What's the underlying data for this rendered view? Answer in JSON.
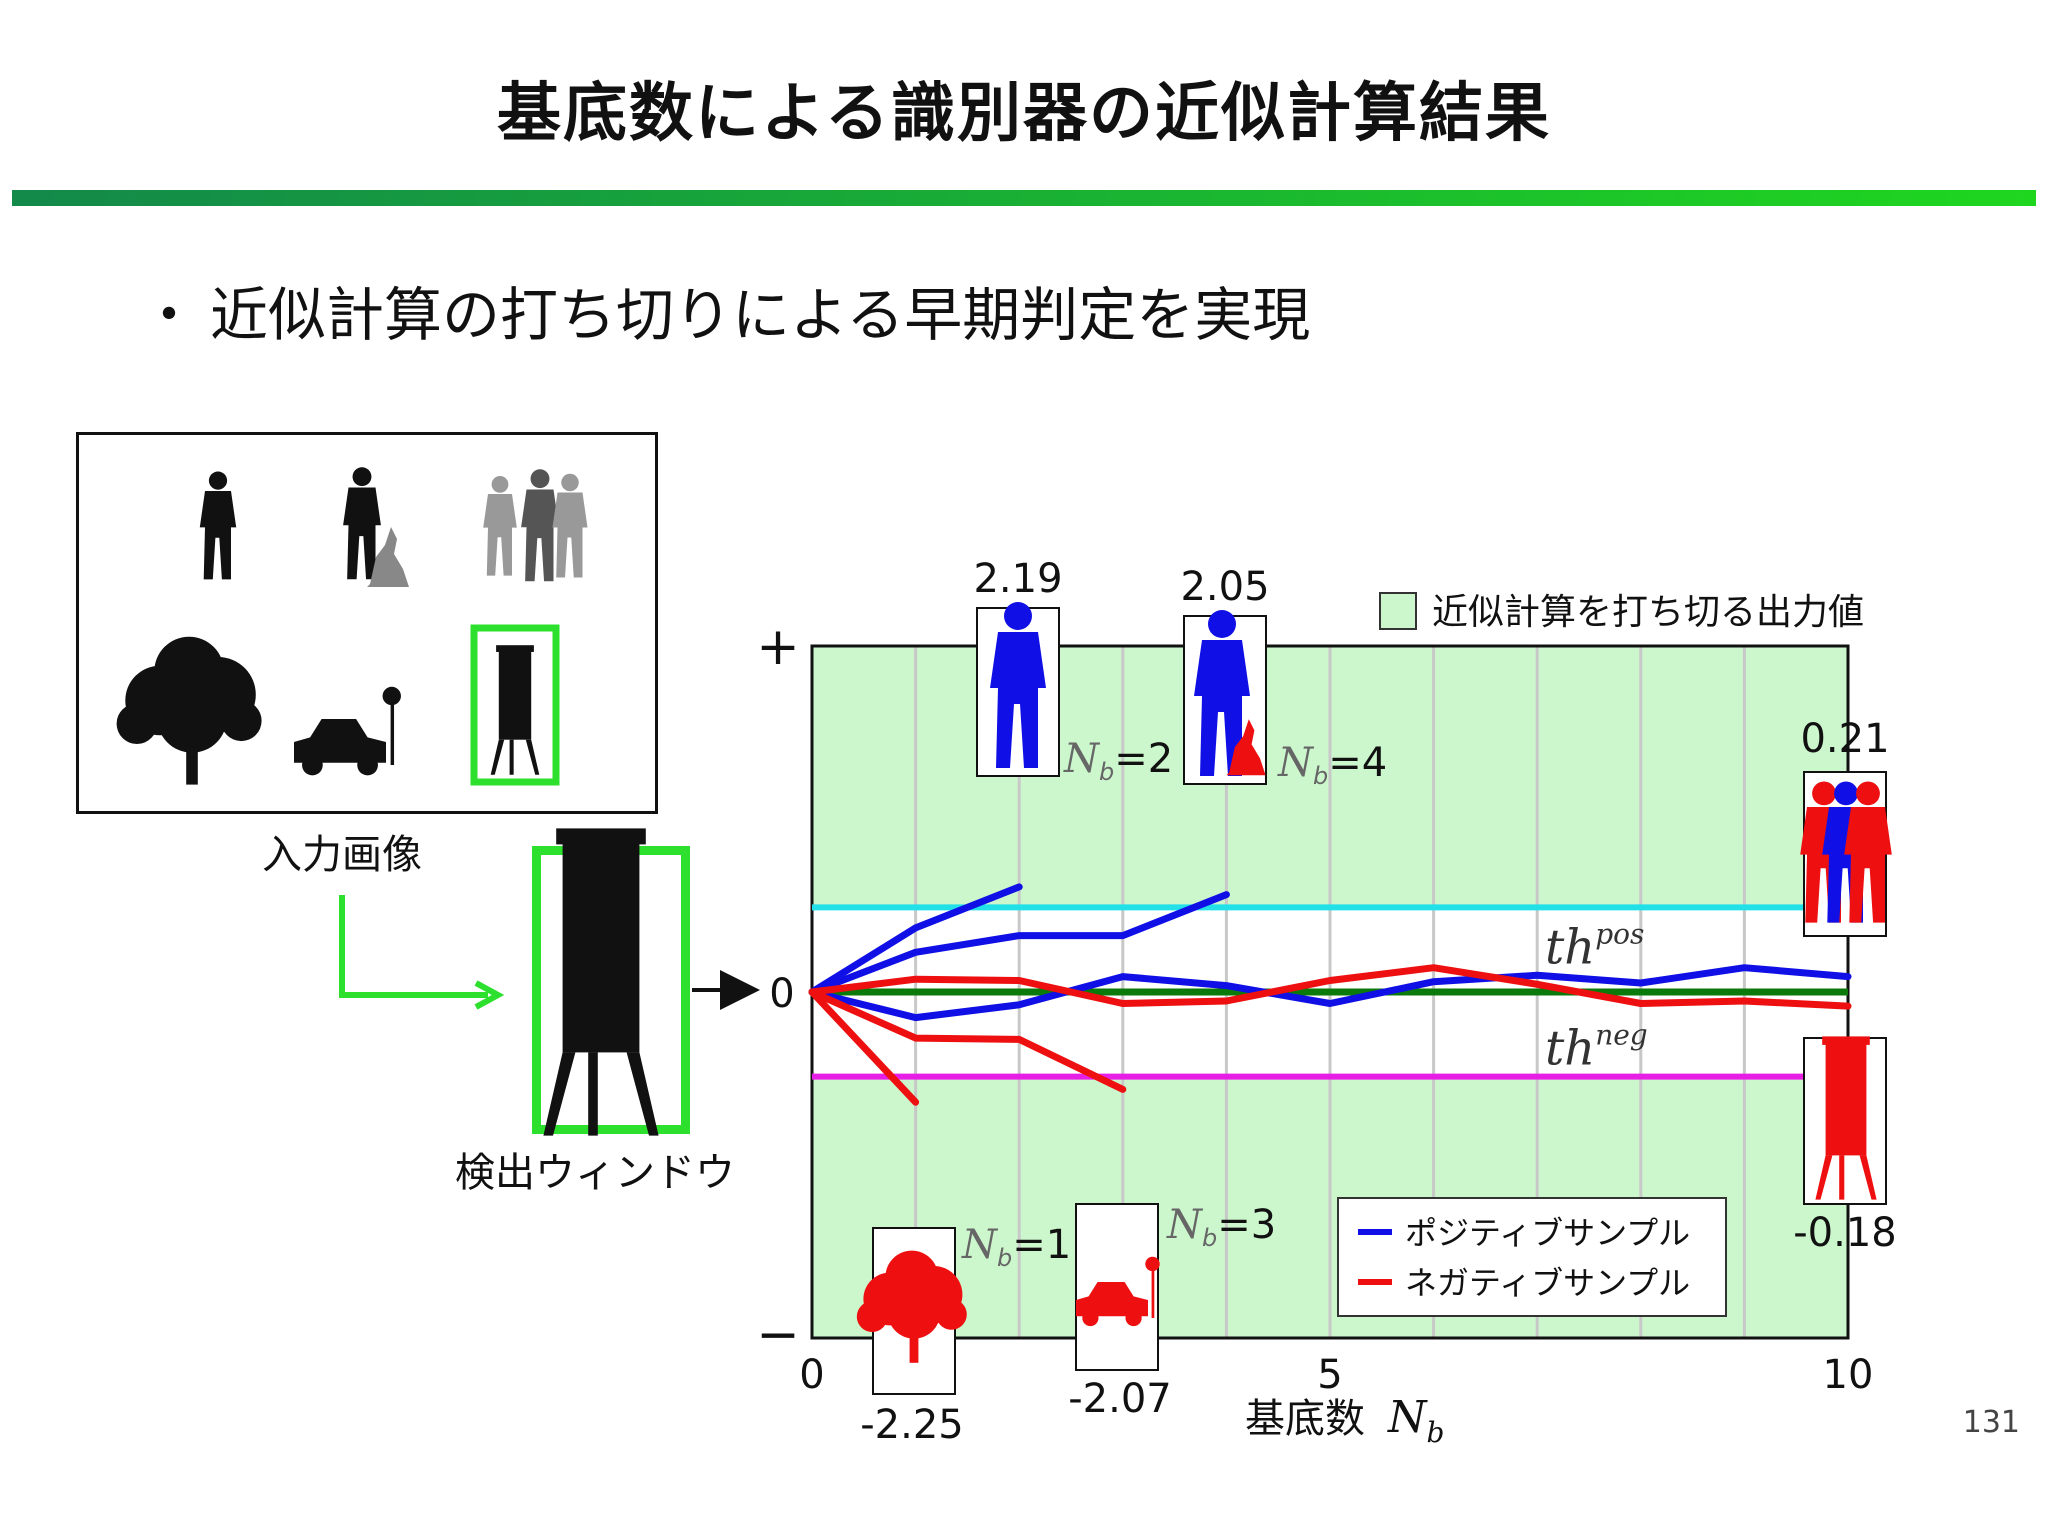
{
  "slide": {
    "title": "基底数による識別器の近似計算結果",
    "bullet": "近似計算の打ち切りによる早期判定を実現",
    "bullet_marker": "・",
    "page_number": "131"
  },
  "left_panel": {
    "input_label": "入力画像",
    "window_label": "検出ウィンドウ",
    "icons": [
      "person-icon",
      "person-with-dog-icon",
      "people-group-icon",
      "tree-icon",
      "car-with-sign-icon",
      "tower-icon"
    ],
    "highlight_color": "#2ee02e"
  },
  "chart_data": {
    "type": "line",
    "xlabel": "基底数",
    "xlabel_symbol": "N",
    "xlabel_subscript": "b",
    "x_ticks": [
      "0",
      "5",
      "10"
    ],
    "y_ticks": {
      "top": "+",
      "middle": "0",
      "bottom": "−"
    },
    "xlim": [
      0,
      10
    ],
    "ylim": [
      -2.7,
      2.7
    ],
    "thresholds": {
      "pos": {
        "value": 0.66,
        "label": "th",
        "sup": "pos",
        "color": "#22e0e8"
      },
      "neg": {
        "value": -0.66,
        "label": "th",
        "sup": "neg",
        "color": "#e61ee6"
      },
      "zero_color": "#0a7a0a"
    },
    "shaded_legend": "近似計算を打ち切る出力値",
    "shade_color": "#ccf7cc",
    "legend": [
      {
        "label": "ポジティブサンプル",
        "color": "#1010e6"
      },
      {
        "label": "ネガティブサンプル",
        "color": "#ee1010"
      }
    ],
    "series": [
      {
        "group": "positive",
        "color": "#1010e6",
        "x": [
          0,
          1,
          2
        ],
        "y": [
          0,
          0.5,
          0.82
        ]
      },
      {
        "group": "positive",
        "color": "#1010e6",
        "x": [
          0,
          1,
          2,
          3,
          4
        ],
        "y": [
          0,
          0.31,
          0.44,
          0.44,
          0.76
        ]
      },
      {
        "group": "positive",
        "color": "#1010e6",
        "x": [
          0,
          1,
          2,
          3,
          4,
          5,
          6,
          7,
          8,
          9,
          10
        ],
        "y": [
          0,
          -0.2,
          -0.1,
          0.12,
          0.05,
          -0.09,
          0.08,
          0.13,
          0.07,
          0.19,
          0.12
        ]
      },
      {
        "group": "negative",
        "color": "#ee1010",
        "x": [
          0,
          1
        ],
        "y": [
          0,
          -0.86
        ]
      },
      {
        "group": "negative",
        "color": "#ee1010",
        "x": [
          0,
          1,
          2,
          3
        ],
        "y": [
          0,
          -0.36,
          -0.37,
          -0.76
        ]
      },
      {
        "group": "negative",
        "color": "#ee1010",
        "x": [
          0,
          1,
          2,
          3,
          4,
          5,
          6,
          7,
          8,
          9,
          10
        ],
        "y": [
          0,
          0.1,
          0.09,
          -0.09,
          -0.07,
          0.09,
          0.19,
          0.06,
          -0.09,
          -0.07,
          -0.11
        ]
      }
    ],
    "annotations": [
      {
        "value": "2.19",
        "nb": "=2",
        "sample": "person-icon"
      },
      {
        "value": "2.05",
        "nb": "=4",
        "sample": "person-with-dog-icon"
      },
      {
        "value": "0.21",
        "nb": "",
        "sample": "people-group-icon"
      },
      {
        "value": "-2.25",
        "nb": "=1",
        "sample": "tree-icon"
      },
      {
        "value": "-2.07",
        "nb": "=3",
        "sample": "car-with-sign-icon"
      },
      {
        "value": "-0.18",
        "nb": "",
        "sample": "tower-icon"
      }
    ]
  }
}
